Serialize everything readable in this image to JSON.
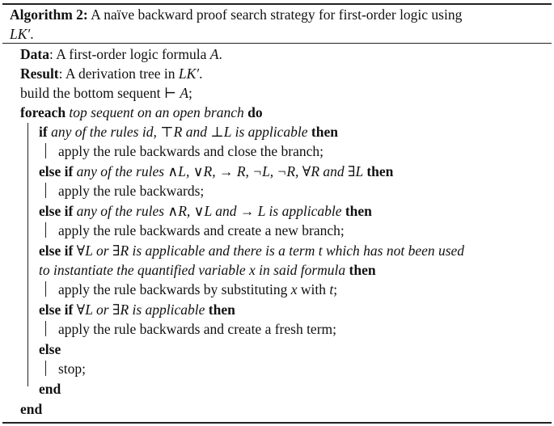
{
  "caption": {
    "label": "Algorithm 2:",
    "title_part1": " A naïve backward proof search strategy for first-order logic using",
    "title_part2": "LK′",
    "title_part3": "."
  },
  "lines": {
    "data_kw": "Data",
    "data_text": ": A first-order logic formula ",
    "data_var": "A",
    "data_end": ".",
    "result_kw": "Result",
    "result_text": ": A derivation tree in ",
    "result_var": "LK′",
    "result_end": ".",
    "build_text": "build the bottom sequent ⊢ ",
    "build_var": "A",
    "build_end": ";",
    "foreach_kw": "foreach",
    "foreach_cond": " top sequent on an open branch ",
    "do_kw": "do",
    "if1_kw": "if",
    "if1_cond": " any of the rules id, ⊤R and ⊥L is applicable ",
    "then_kw": "then",
    "body1": "apply the rule backwards and close the branch;",
    "elseif_kw": "else if",
    "if2_cond": " any of the rules ∧L, ∨R, → R, ¬L, ¬R, ∀R and ∃L ",
    "body2": "apply the rule backwards;",
    "if3_cond": " any of the rules ∧R, ∨L and → L is applicable ",
    "body3": "apply the rule backwards and create a new branch;",
    "if4_cond_a": " ∀L or ∃R is applicable and there is a term t which has not been used",
    "if4_cond_b": "to instantiate the quantified variable x in said formula ",
    "body4a": "apply the rule backwards by substituting ",
    "body4x": "x",
    "body4b": " with ",
    "body4t": "t",
    "body4c": ";",
    "if5_cond": " ∀L or ∃R is applicable ",
    "body5": "apply the rule backwards and create a fresh term;",
    "else_kw": "else",
    "body6": "stop;",
    "end_kw": "end"
  }
}
